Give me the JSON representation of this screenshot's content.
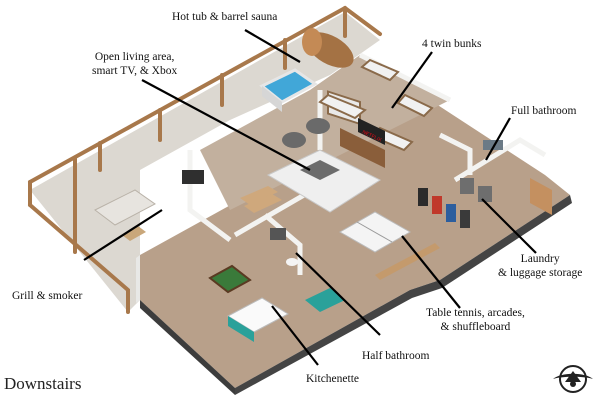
{
  "labels": {
    "hot_tub": "Hot tub & barrel sauna",
    "living_line1": "Open living area,",
    "living_line2": "smart TV, & Xbox",
    "bunks": "4 twin bunks",
    "full_bath": "Full bathroom",
    "laundry_line1": "Laundry",
    "laundry_line2": "& luggage storage",
    "grill": "Grill & smoker",
    "games_line1": "Table tennis, arcades,",
    "games_line2": "& shuffleboard",
    "half_bath": "Half bathroom",
    "kitchenette": "Kitchenette"
  },
  "title": "Downstairs",
  "tv_logo": "NETFLIX",
  "colors": {
    "floor": "#b59c86",
    "deck": "#d9d4cd",
    "wall_top": "#f4f4f2",
    "wall_side": "#3f3f3f",
    "railing": "#a8784b",
    "hot_tub_water": "#41a7d8",
    "leader_line": "#000000"
  }
}
